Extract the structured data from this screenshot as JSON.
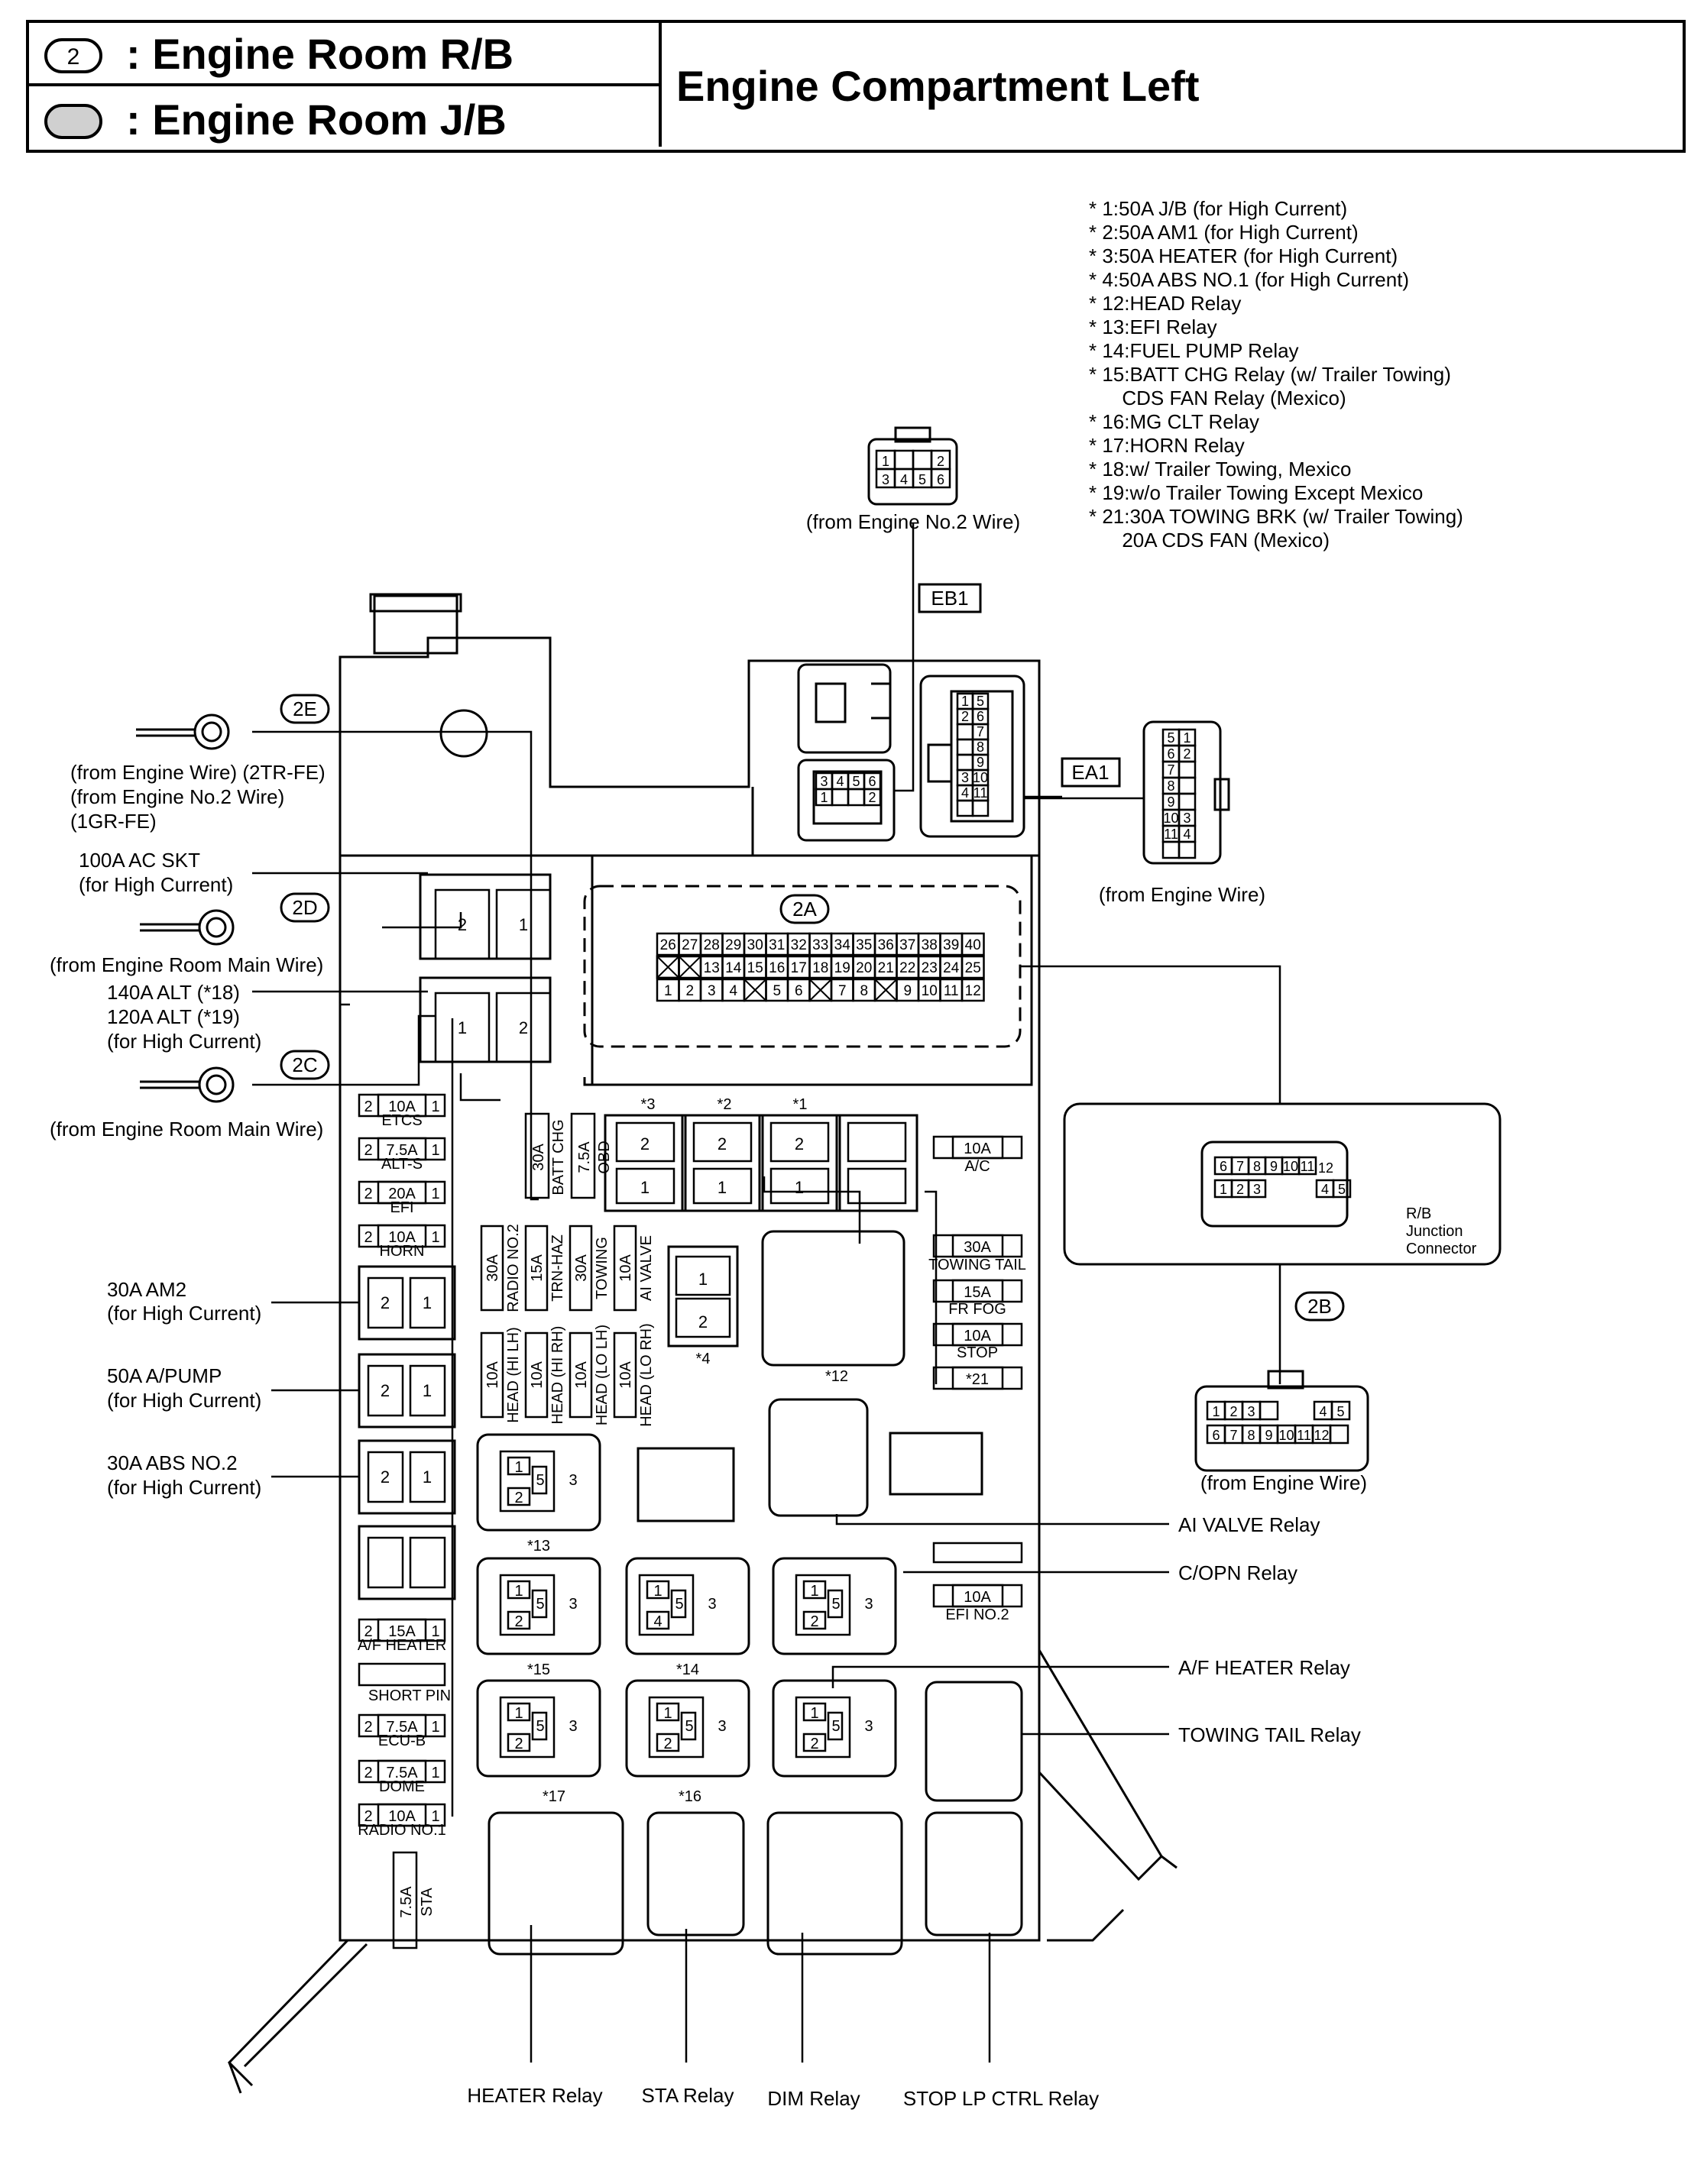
{
  "header": {
    "legend_rb_number": "2",
    "legend_rb_label": ": Engine Room R/B",
    "legend_jb_label": ": Engine Room J/B",
    "title": "Engine Compartment Left"
  },
  "notes": [
    "* 1:50A J/B (for High Current)",
    "* 2:50A AM1 (for High Current)",
    "* 3:50A HEATER (for High Current)",
    "* 4:50A ABS NO.1 (for High Current)",
    "* 12:HEAD Relay",
    "* 13:EFI Relay",
    "* 14:FUEL PUMP Relay",
    "* 15:BATT CHG Relay (w/ Trailer Towing)",
    "      CDS FAN Relay (Mexico)",
    "* 16:MG CLT Relay",
    "* 17:HORN Relay",
    "* 18:w/ Trailer Towing, Mexico",
    "* 19:w/o Trailer Towing Except Mexico",
    "* 21:30A TOWING BRK (w/ Trailer Towing)",
    "      20A CDS FAN (Mexico)"
  ],
  "connectors": {
    "eb1": "EB1",
    "ea1": "EA1",
    "c2a": "2A",
    "c2b": "2B",
    "c2c": "2C",
    "c2d": "2D",
    "c2e": "2E",
    "from_engine_no2_top": "(from Engine No.2 Wire)",
    "from_engine_wire_ea1": "(from Engine Wire)",
    "from_engine_wire_2b": "(from Engine Wire)",
    "rb_junction_line1": "R/B",
    "rb_junction_line2": "Junction",
    "rb_junction_line3": "Connector"
  },
  "left_labels": {
    "from_2e_line1": "(from Engine Wire) (2TR-FE)",
    "from_2e_line2": "(from Engine No.2 Wire)",
    "from_2e_line3": "(1GR-FE)",
    "ac_skt_line1": "100A AC SKT",
    "ac_skt_line2": "(for High Current)",
    "from_2d": "(from Engine Room Main Wire)",
    "alt_line1": "140A ALT (*18)",
    "alt_line2": "120A ALT (*19)",
    "alt_line3": "(for High Current)",
    "from_2c": "(from Engine Room Main Wire)",
    "am2_line1": "30A AM2",
    "am2_line2": "(for High Current)",
    "apump_line1": "50A A/PUMP",
    "apump_line2": "(for High Current)",
    "abs2_line1": "30A ABS NO.2",
    "abs2_line2": "(for High Current)"
  },
  "right_labels": {
    "ai_valve": "AI VALVE Relay",
    "c_opn": "C/OPN Relay",
    "af_heater": "A/F HEATER Relay",
    "towing_tail": "TOWING TAIL Relay"
  },
  "bottom_labels": {
    "heater": "HEATER Relay",
    "sta": "STA Relay",
    "dim": "DIM Relay",
    "stop_lp": "STOP LP CTRL Relay"
  },
  "fuses": {
    "etcs": "ETCS",
    "alt_s": "ALT-S",
    "efi": "EFI",
    "horn": "HORN",
    "af_heater": "A/F HEATER",
    "short_pin": "SHORT PIN",
    "ecu_b": "ECU-B",
    "dome": "DOME",
    "radio_no1": "RADIO NO.1",
    "sta": "STA",
    "batt_chg": "BATT CHG",
    "obd": "OBD",
    "radio_no2": "RADIO NO.2",
    "trn_haz": "TRN-HAZ",
    "towing": "TOWING",
    "ai_valve": "AI VALVE",
    "head_hi_lh": "HEAD (HI LH)",
    "head_hi_rh": "HEAD (HI RH)",
    "head_lo_lh": "HEAD (LO LH)",
    "head_lo_rh": "HEAD (LO RH)",
    "a_c": "A/C",
    "towing_tail": "TOWING TAIL",
    "fr_fog": "FR FOG",
    "stop": "STOP",
    "efi_no2": "EFI NO.2",
    "a10": "10A",
    "a75": "7.5A",
    "a20": "20A",
    "a15": "15A",
    "a30": "30A",
    "a21": "*21"
  },
  "markers": {
    "m1": "*1",
    "m2": "*2",
    "m3": "*3",
    "m4": "*4",
    "m12": "*12",
    "m13": "*13",
    "m14": "*14",
    "m15": "*15",
    "m16": "*16",
    "m17": "*17"
  },
  "conn2a_row1": [
    "26",
    "27",
    "28",
    "29",
    "30",
    "31",
    "32",
    "33",
    "34",
    "35",
    "36",
    "37",
    "38",
    "39",
    "40"
  ],
  "conn2a_row2": [
    "",
    "",
    "13",
    "14",
    "15",
    "16",
    "17",
    "18",
    "19",
    "20",
    "21",
    "22",
    "23",
    "24",
    "25"
  ],
  "conn2a_row3": [
    "1",
    "2",
    "3",
    "4",
    "",
    "5",
    "6",
    "",
    "7",
    "8",
    "",
    "9",
    "10",
    "11",
    "12"
  ]
}
